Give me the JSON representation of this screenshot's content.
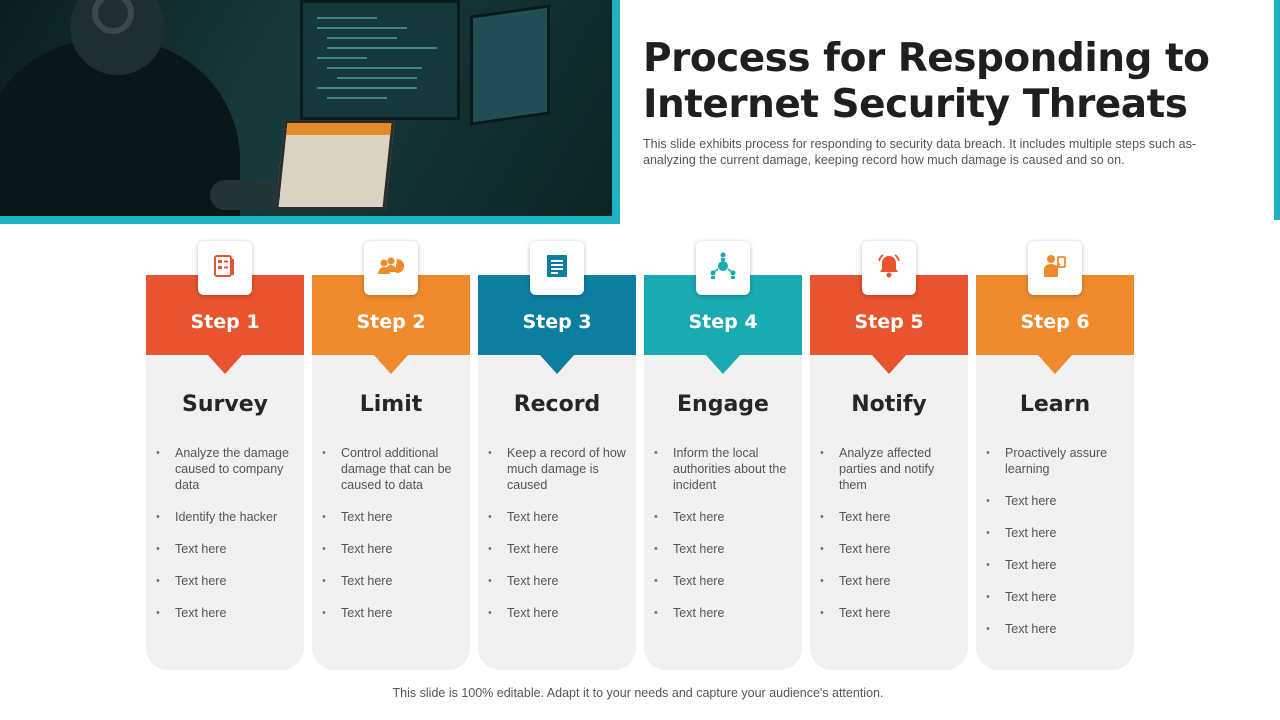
{
  "title": "Process for Responding to Internet Security Threats",
  "subtitle": "This slide exhibits process for responding to security data breach. It includes multiple steps such as- analyzing the current damage, keeping record  how much damage is caused and so on.",
  "footer": "This slide is 100% editable. Adapt it to your needs and capture your audience's attention.",
  "colors": {
    "accent_teal": "#1fb3bf",
    "step1": "#e8542f",
    "step2": "#ef8b2c",
    "step3": "#0e7ea0",
    "step4": "#1aaab2",
    "step5": "#e8542f",
    "step6": "#ef8b2c"
  },
  "steps": [
    {
      "label": "Step 1",
      "name": "Survey",
      "icon": "survey-checklist-icon",
      "bullets": [
        "Analyze the damage caused to company data",
        "Identify the hacker",
        "Text here",
        "Text here",
        "Text here"
      ]
    },
    {
      "label": "Step 2",
      "name": "Limit",
      "icon": "team-chart-icon",
      "bullets": [
        "Control additional damage that can be caused to data",
        "Text here",
        "Text here",
        "Text here",
        "Text here"
      ]
    },
    {
      "label": "Step 3",
      "name": "Record",
      "icon": "document-icon",
      "bullets": [
        "Keep a record  of how much damage is caused",
        "Text here",
        "Text here",
        "Text here",
        "Text here"
      ]
    },
    {
      "label": "Step 4",
      "name": "Engage",
      "icon": "network-people-icon",
      "bullets": [
        "Inform the local authorities about the incident",
        "Text here",
        "Text here",
        "Text here",
        "Text here"
      ]
    },
    {
      "label": "Step 5",
      "name": "Notify",
      "icon": "bell-icon",
      "bullets": [
        "Analyze affected parties and notify them",
        "Text here",
        "Text here",
        "Text here",
        " Text here"
      ]
    },
    {
      "label": "Step 6",
      "name": "Learn",
      "icon": "person-learning-icon",
      "bullets": [
        "Proactively assure learning",
        "Text here",
        "Text here",
        "Text here",
        "Text here",
        "Text here"
      ]
    }
  ]
}
